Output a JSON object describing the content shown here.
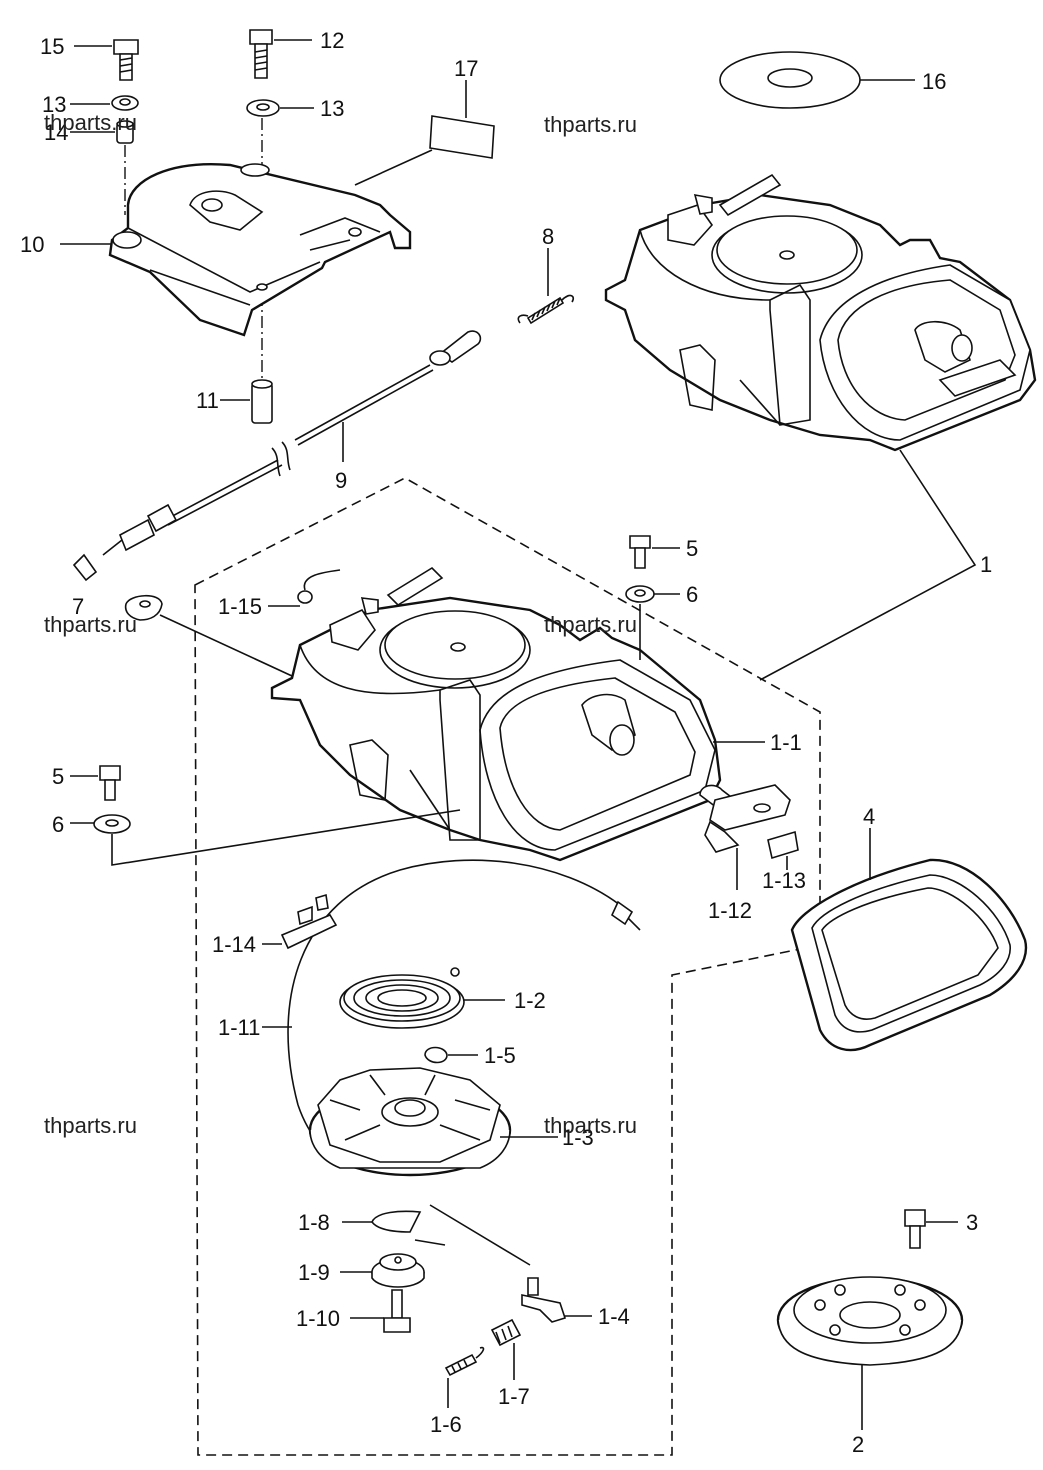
{
  "watermarks": [
    "thparts.ru",
    "thparts.ru",
    "thparts.ru",
    "thparts.ru",
    "thparts.ru",
    "thparts.ru"
  ],
  "callouts": {
    "c15": "15",
    "c12": "12",
    "c13a": "13",
    "c13b": "13",
    "c14": "14",
    "c17": "17",
    "c16": "16",
    "c10": "10",
    "c8": "8",
    "c11": "11",
    "c9": "9",
    "c1": "1",
    "c5a": "5",
    "c6a": "6",
    "c7": "7",
    "c1_15": "1-15",
    "c1_1": "1-1",
    "c5b": "5",
    "c6b": "6",
    "c4": "4",
    "c1_12": "1-12",
    "c1_13": "1-13",
    "c1_14": "1-14",
    "c1_2": "1-2",
    "c1_11": "1-11",
    "c1_5": "1-5",
    "c1_3": "1-3",
    "c1_8": "1-8",
    "c1_9": "1-9",
    "c1_10": "1-10",
    "c1_4": "1-4",
    "c1_6": "1-6",
    "c1_7": "1-7",
    "c3": "3",
    "c2": "2"
  }
}
